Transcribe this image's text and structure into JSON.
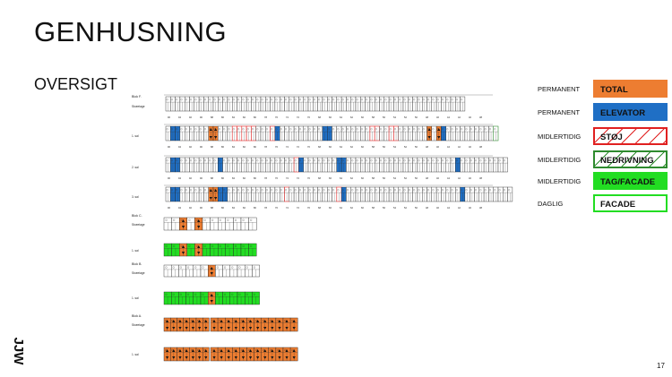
{
  "slide": {
    "title": "GENHUSNING",
    "subtitle": "OVERSIGT",
    "page_number": "17"
  },
  "logo": {
    "text": "JJW"
  },
  "legend": [
    {
      "category": "PERMANENT",
      "label": "TOTAL",
      "fill": "#ED7D31",
      "border": "#ED7D31",
      "pattern": "solid"
    },
    {
      "category": "PERMANENT",
      "label": "ELEVATOR",
      "fill": "#1F6FC5",
      "border": "#1F6FC5",
      "pattern": "solid"
    },
    {
      "category": "MIDLERTIDIG",
      "label": "STØJ",
      "fill": "#FFFFFF",
      "border": "#E02020",
      "pattern": "hatch-red"
    },
    {
      "category": "MIDLERTIDIG",
      "label": "NEDRIVNING",
      "fill": "#FFFFFF",
      "border": "#2E8B2E",
      "pattern": "hatch-green"
    },
    {
      "category": "MIDLERTIDIG",
      "label": "TAG/FACADE",
      "fill": "#22DD22",
      "border": "#22DD22",
      "pattern": "solid"
    },
    {
      "category": "DAGLIG",
      "label": "FACADE",
      "fill": "#FFFFFF",
      "border": "#22DD22",
      "pattern": "outline"
    }
  ],
  "blocks": [
    {
      "label": "Blok F",
      "floors": [
        "Stueetage",
        "1. sal",
        "2. sal",
        "3. sal"
      ]
    },
    {
      "label": "Blok C",
      "floors": [
        "Stueetage",
        "1. sal"
      ]
    },
    {
      "label": "Blok B",
      "floors": [
        "Stueetage",
        "1. sal"
      ]
    },
    {
      "label": "Blok A",
      "floors": [
        "Stueetage",
        "1. sal"
      ]
    }
  ],
  "colors": {
    "total": "#ED7D31",
    "elevator": "#1F6FC5",
    "noise": "#E02020",
    "demolition": "#2E8B2E",
    "roof_facade": "#22DD22",
    "line": "#222222"
  }
}
